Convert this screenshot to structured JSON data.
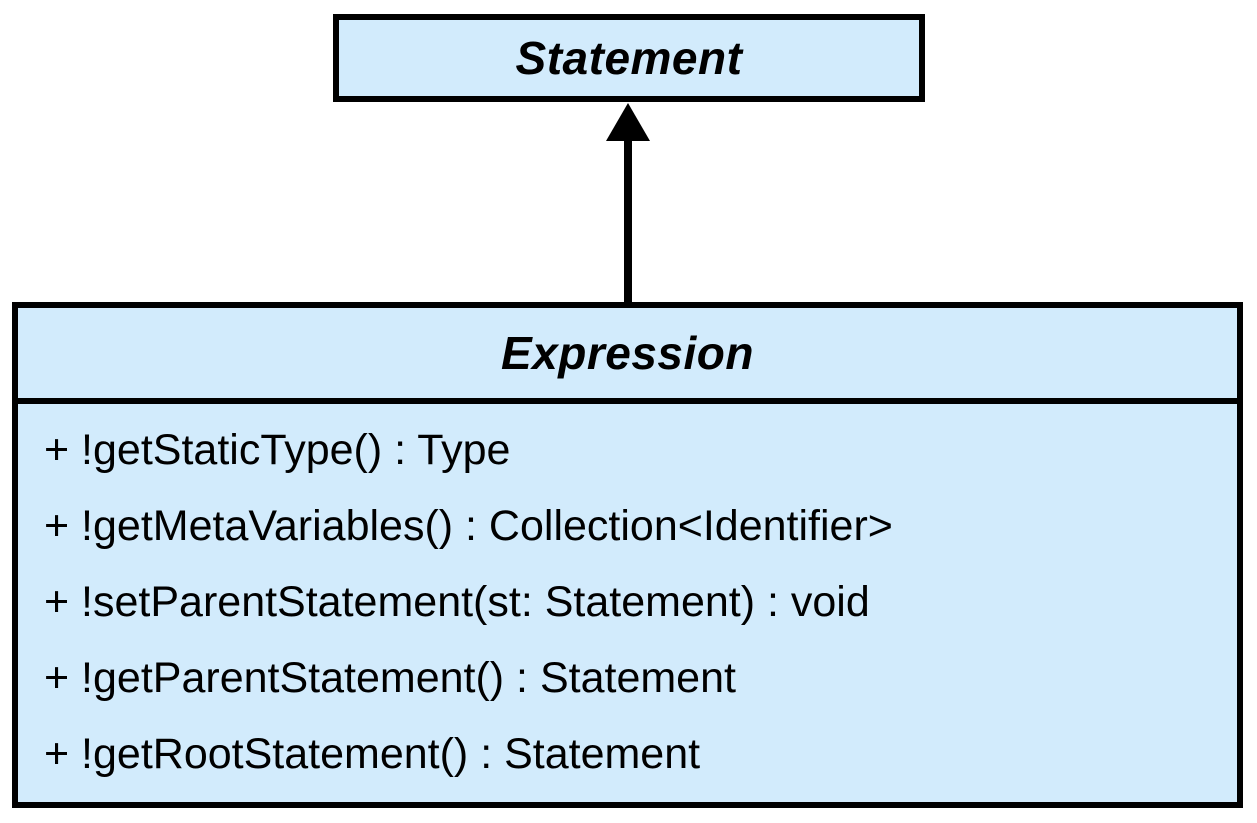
{
  "diagram": {
    "kind": "uml-class-diagram",
    "colors": {
      "background": "#ffffff",
      "box_fill": "#d2ebfc",
      "box_border": "#000000",
      "arrow": "#000000",
      "text": "#000000"
    },
    "classes": [
      {
        "name": "Statement",
        "methods": []
      },
      {
        "name": "Expression",
        "methods": [
          "+ !getStaticType() : Type",
          "+ !getMetaVariables() : Collection<Identifier>",
          "+ !setParentStatement(st: Statement) : void",
          "+ !getParentStatement() : Statement",
          "+ !getRootStatement() : Statement"
        ]
      }
    ],
    "relations": [
      {
        "from": "Expression",
        "to": "Statement",
        "type": "generalization",
        "arrowhead": "filled-triangle-up"
      }
    ]
  }
}
